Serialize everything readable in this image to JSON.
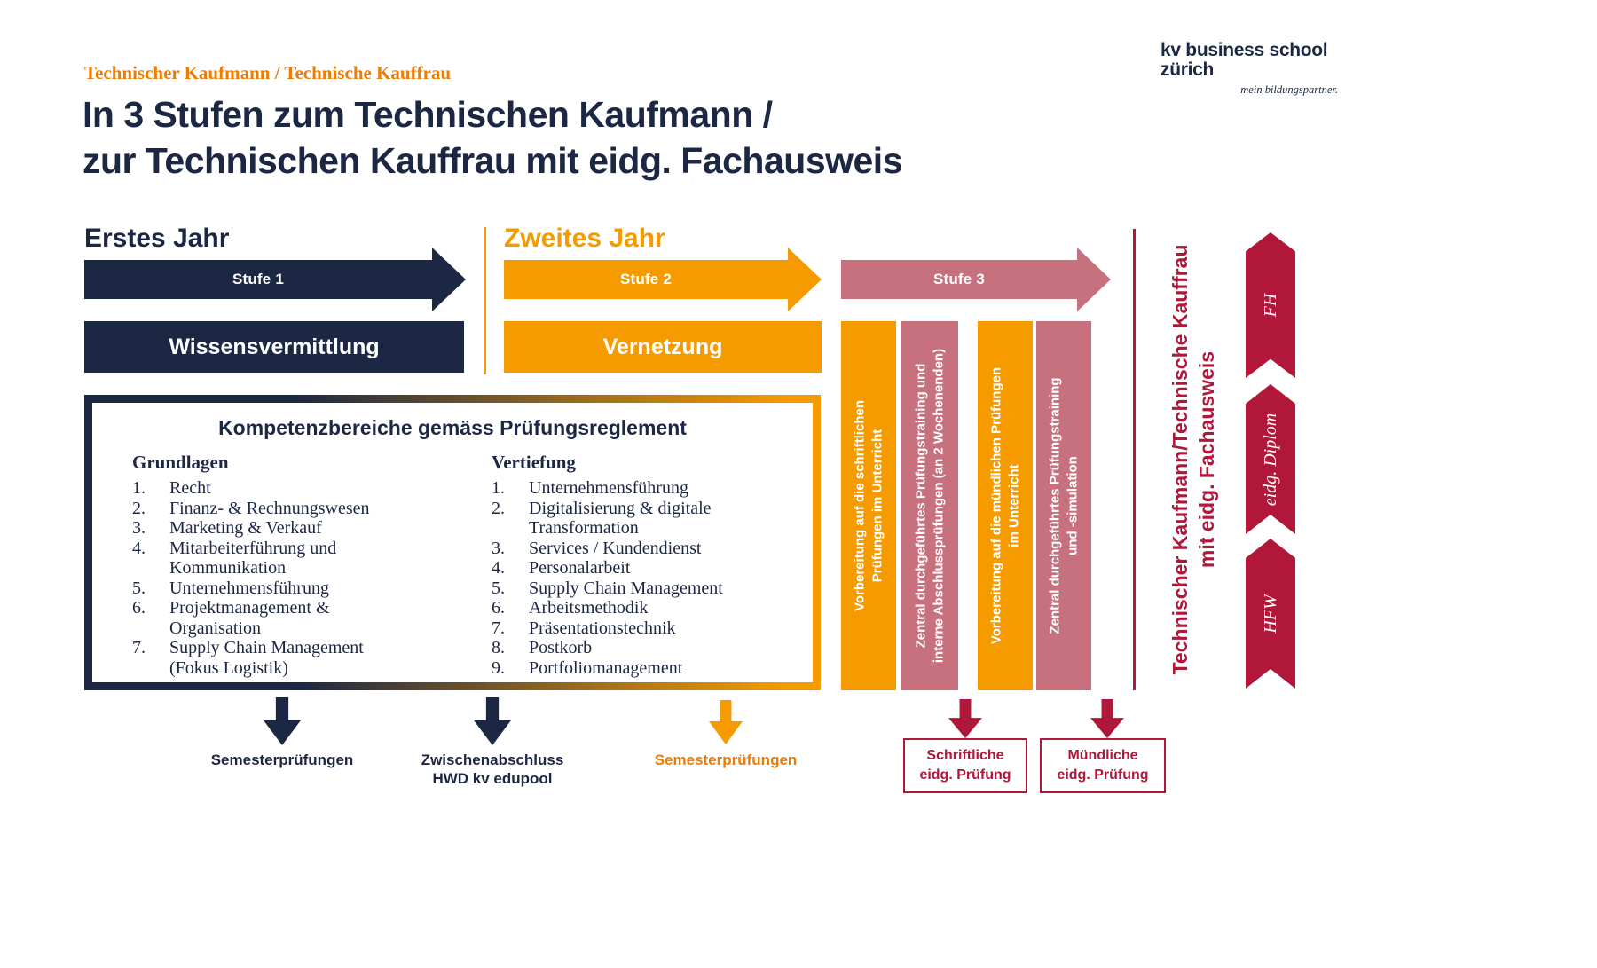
{
  "colors": {
    "navy": "#1b2743",
    "orange": "#f59b00",
    "rose": "#c7707e",
    "maroon": "#b01739",
    "eyebrow": "#ed7c00"
  },
  "header": {
    "eyebrow": "Technischer Kaufmann / Technische Kauffrau",
    "title_line1": "In 3 Stufen zum Technischen Kaufmann /",
    "title_line2": "zur Technischen Kauffrau mit eidg. Fachausweis"
  },
  "logo": {
    "name_line1": "kv business school",
    "name_line2": "zürich",
    "tagline": "mein bildungspartner."
  },
  "timeline": {
    "year1_label": "Erstes Jahr",
    "year2_label": "Zweites Jahr",
    "stage1": "Stufe 1",
    "stage2": "Stufe 2",
    "stage3": "Stufe 3",
    "phase1": "Wissensvermittlung",
    "phase2": "Vernetzung"
  },
  "competences": {
    "title": "Kompetenzbereiche gemäss Prüfungsreglement",
    "grundlagen": {
      "heading": "Grundlagen",
      "items": [
        "Recht",
        "Finanz- & Rechnungswesen",
        "Marketing & Verkauf",
        "Mitarbeiterführung und Kommunikation",
        "Unternehmensführung",
        "Projektmanagement & Organisation",
        "Supply Chain Management (Fokus Logistik)"
      ]
    },
    "vertiefung": {
      "heading": "Vertiefung",
      "items": [
        "Unternehmensführung",
        "Digitalisierung & digitale Transformation",
        "Services / Kundendienst",
        "Personalarbeit",
        "Supply Chain Management",
        "Arbeitsmethodik",
        "Präsentationstechnik",
        "Postkorb",
        "Portfoliomanagement"
      ]
    }
  },
  "prep_bars": [
    {
      "text": "Vorbereitung auf die schriftlichen Prüfungen im Unterricht"
    },
    {
      "text": "Zentral durchgeführtes Prüfungstraining und interne Abschlussprüfungen (an 2 Wochenenden)"
    },
    {
      "text": "Vorbereitung auf die mündlichen Prüfungen im Unterricht"
    },
    {
      "text": "Zentral durchgeführtes Prüfungstraining und -simulation"
    }
  ],
  "qualification": {
    "line1": "Technischer Kaufmann/Technische Kauffrau",
    "line2": "mit eidg. Fachausweis"
  },
  "further_paths": [
    "FH",
    "eidg. Diplom",
    "HFW"
  ],
  "milestones": {
    "semester1": "Semesterprüfungen",
    "zwischenabschluss": "Zwischenabschluss HWD kv edupool",
    "semester2": "Semesterprüfungen",
    "written_exam": "Schriftliche eidg. Prüfung",
    "oral_exam": "Mündliche eidg. Prüfung"
  }
}
